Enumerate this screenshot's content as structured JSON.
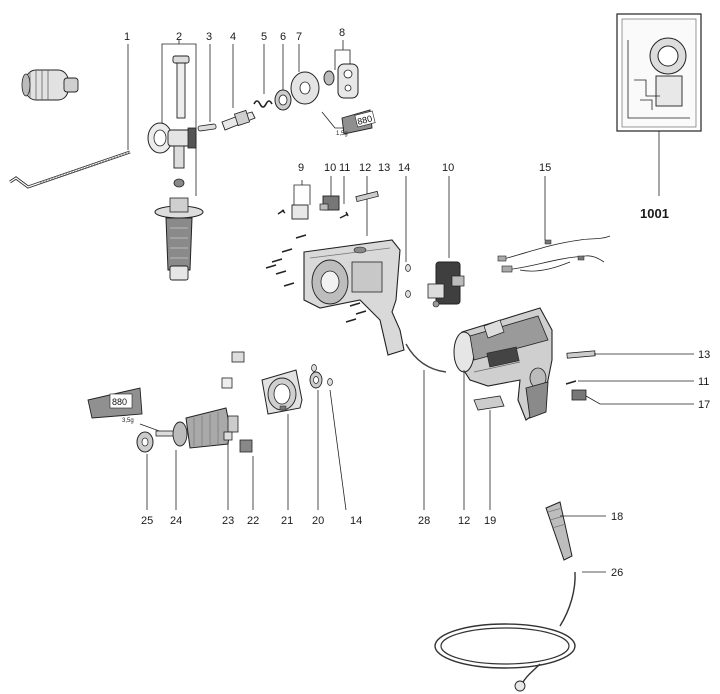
{
  "labels": {
    "1": "1",
    "2": "2",
    "3": "3",
    "4": "4",
    "5": "5",
    "6": "6",
    "7": "7",
    "8": "8",
    "9": "9",
    "10a": "10",
    "11a": "11",
    "12a": "12",
    "13a": "13",
    "14a": "14",
    "10b": "10",
    "15": "15",
    "13b": "13",
    "11b": "11",
    "17": "17",
    "18": "18",
    "26": "26",
    "25": "25",
    "24": "24",
    "23": "23",
    "22": "22",
    "21": "21",
    "20": "20",
    "14b": "14",
    "28": "28",
    "12b": "12",
    "19": "19",
    "1001": "1001"
  },
  "grease_tube_text": "880",
  "grease_qty_top": "1,5g",
  "grease_qty_armature": "3,5g"
}
